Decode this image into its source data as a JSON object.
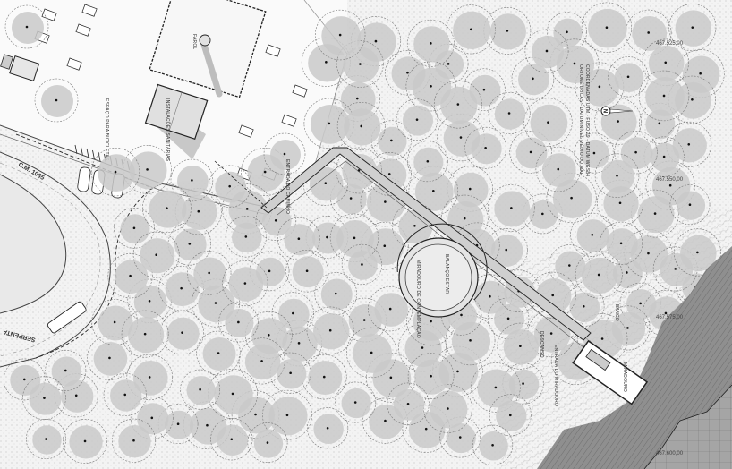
{
  "labels": {
    "lighthouse": "FAROL",
    "toilets": "INSTALAÇÕES SANITÁRIAS",
    "bike_parking": "ESPAÇO PARA BICICLETAS",
    "road_name": "C.M. 1065",
    "road_name_2": "SERPENTA",
    "trail_entrance": "ENTRADA DO CAMINHO",
    "contemplation_1": "MIRADOURO DE CONTEMPLAÇÃO",
    "contemplation_2": "BALANÇO ESTAR",
    "viewpoint": "MIRADOURO",
    "viewpoint_entrance": "ENTRADA DO MIRADOURO",
    "rest_area": "DESCANSO",
    "bench": "BANCO",
    "coordinates_note_1": "COORDENADAS UTM - FUSO 29 - DATUM WGS84",
    "coordinates_note_2": "ORTOMÉTRICAS - DATUM NÍVEL MÉDIO DO MAR",
    "north": "N"
  },
  "grid_coordinates": [
    "467.525,00",
    "467.550,00",
    "467.575,00",
    "467.600,00"
  ],
  "colors": {
    "background": "#f3f3f3",
    "tree_canopy": "#c9c9c9",
    "sea": "#8f8f8f",
    "line": "#222222"
  }
}
